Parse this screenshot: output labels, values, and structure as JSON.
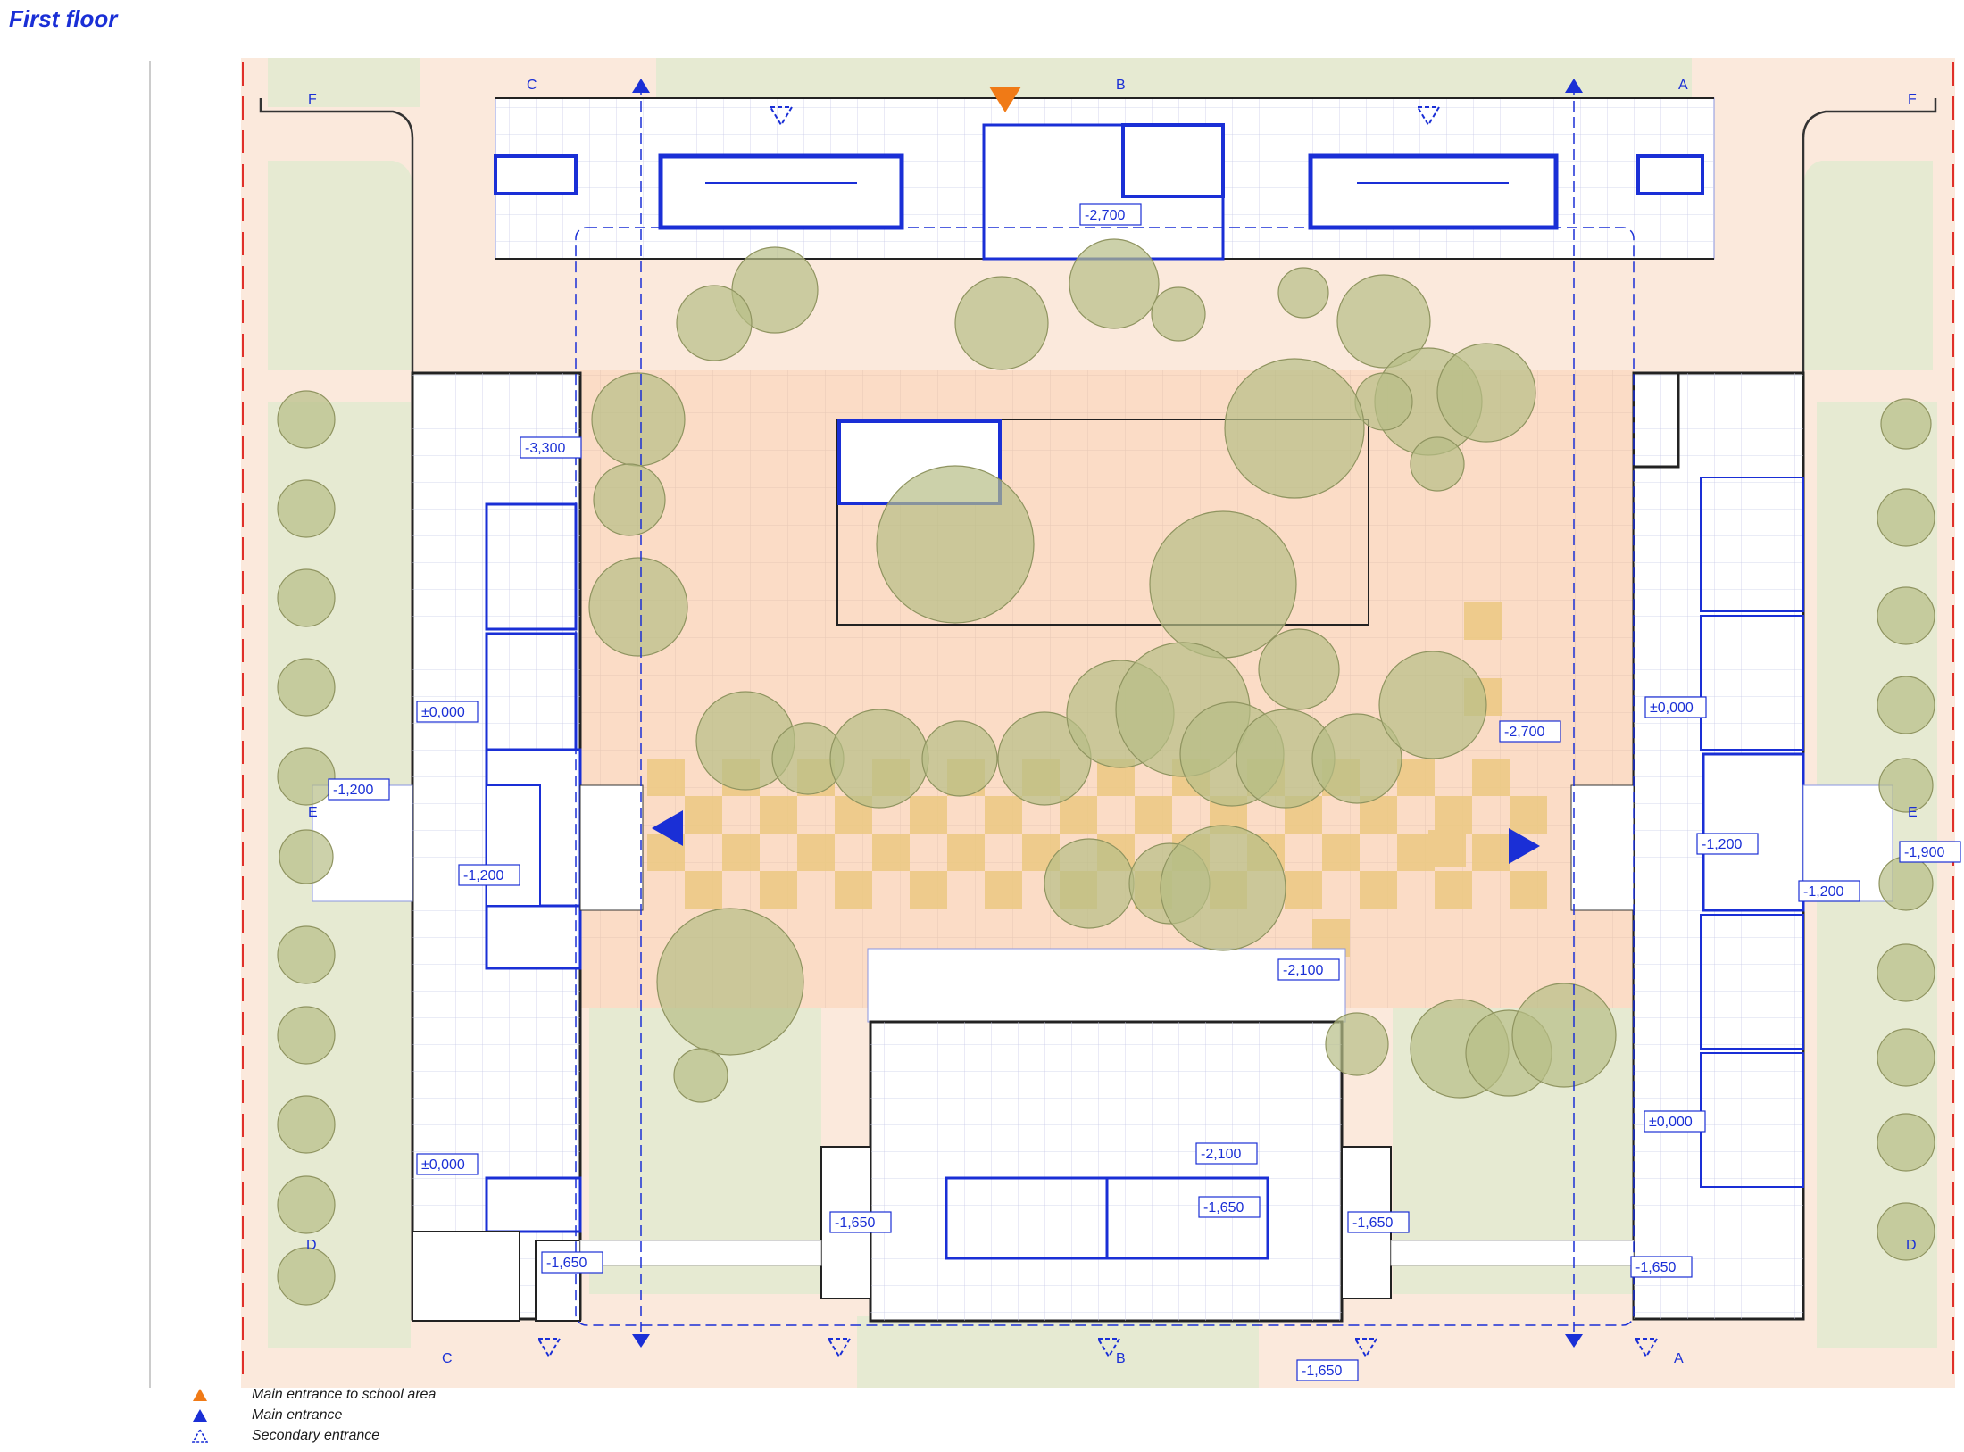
{
  "title": "First floor",
  "colors": {
    "blue": "#1a2fd6",
    "orange": "#f07a16",
    "site": "#fbe9dc",
    "grass": "#e6ead2",
    "tree": "#b7bd86",
    "checker": "#ecc982",
    "red_boundary": "#e0302a"
  },
  "levels": {
    "l1": "-2,700",
    "l2": "-3,300",
    "l3": "±0,000",
    "l4": "-1,200",
    "l5": "-1,200",
    "l6": "±0,000",
    "l7": "-1,650",
    "l8": "-2,700",
    "l9": "-2,100",
    "l10": "-2,100",
    "l11": "-1,650",
    "l12": "-1,650",
    "l13": "-1,650",
    "l14": "±0,000",
    "l15": "-1,200",
    "l16": "-1,900",
    "l17": "-1,200",
    "l18": "±0,000",
    "l19": "-1,650",
    "l20": "-1,650"
  },
  "sections": {
    "a_top": "A",
    "a_bottom": "A",
    "b_top": "B",
    "b_bottom": "B",
    "c_top": "C",
    "c_bottom": "C",
    "d_left": "D",
    "d_right": "D",
    "e_left": "E",
    "e_right": "E",
    "f_left": "F",
    "f_right": "F"
  },
  "legend": {
    "school_area": "Main entrance to school area",
    "main": "Main entrance",
    "secondary": "Secondary entrance"
  }
}
